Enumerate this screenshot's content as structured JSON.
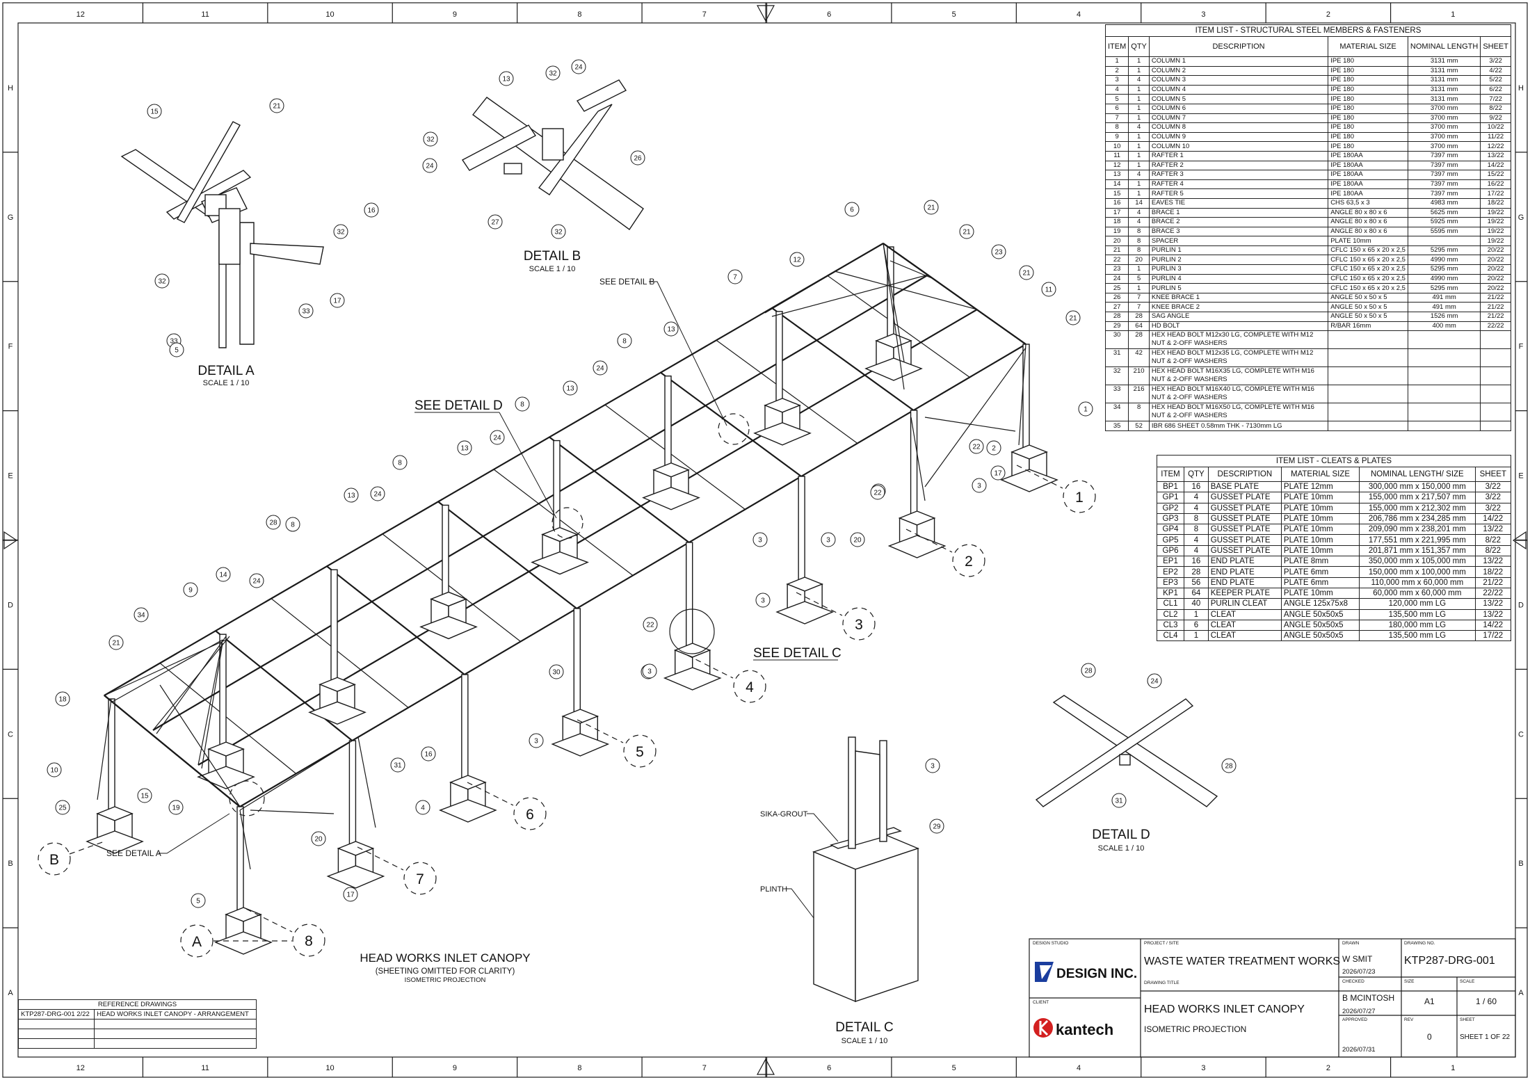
{
  "grid": {
    "cols": [
      "12",
      "11",
      "10",
      "9",
      "8",
      "7",
      "6",
      "5",
      "4",
      "3",
      "2",
      "1"
    ],
    "rows": [
      "H",
      "G",
      "F",
      "E",
      "D",
      "C",
      "B",
      "A"
    ]
  },
  "steel_list": {
    "title": "ITEM LIST - STRUCTURAL STEEL MEMBERS & FASTENERS",
    "headers": [
      "ITEM",
      "QTY",
      "DESCRIPTION",
      "MATERIAL SIZE",
      "NOMINAL LENGTH",
      "SHEET"
    ],
    "rows": [
      [
        "1",
        "1",
        "COLUMN 1",
        "IPE 180",
        "3131 mm",
        "3/22"
      ],
      [
        "2",
        "1",
        "COLUMN 2",
        "IPE 180",
        "3131 mm",
        "4/22"
      ],
      [
        "3",
        "4",
        "COLUMN 3",
        "IPE 180",
        "3131 mm",
        "5/22"
      ],
      [
        "4",
        "1",
        "COLUMN 4",
        "IPE 180",
        "3131 mm",
        "6/22"
      ],
      [
        "5",
        "1",
        "COLUMN 5",
        "IPE 180",
        "3131 mm",
        "7/22"
      ],
      [
        "6",
        "1",
        "COLUMN 6",
        "IPE 180",
        "3700 mm",
        "8/22"
      ],
      [
        "7",
        "1",
        "COLUMN 7",
        "IPE 180",
        "3700 mm",
        "9/22"
      ],
      [
        "8",
        "4",
        "COLUMN 8",
        "IPE 180",
        "3700 mm",
        "10/22"
      ],
      [
        "9",
        "1",
        "COLUMN 9",
        "IPE 180",
        "3700 mm",
        "11/22"
      ],
      [
        "10",
        "1",
        "COLUMN 10",
        "IPE 180",
        "3700 mm",
        "12/22"
      ],
      [
        "11",
        "1",
        "RAFTER 1",
        "IPE 180AA",
        "7397 mm",
        "13/22"
      ],
      [
        "12",
        "1",
        "RAFTER 2",
        "IPE 180AA",
        "7397 mm",
        "14/22"
      ],
      [
        "13",
        "4",
        "RAFTER 3",
        "IPE 180AA",
        "7397 mm",
        "15/22"
      ],
      [
        "14",
        "1",
        "RAFTER 4",
        "IPE 180AA",
        "7397 mm",
        "16/22"
      ],
      [
        "15",
        "1",
        "RAFTER 5",
        "IPE 180AA",
        "7397 mm",
        "17/22"
      ],
      [
        "16",
        "14",
        "EAVES TIE",
        "CHS 63,5 x 3",
        "4983 mm",
        "18/22"
      ],
      [
        "17",
        "4",
        "BRACE 1",
        "ANGLE 80 x 80 x 6",
        "5625 mm",
        "19/22"
      ],
      [
        "18",
        "4",
        "BRACE 2",
        "ANGLE 80 x 80 x 6",
        "5925 mm",
        "19/22"
      ],
      [
        "19",
        "8",
        "BRACE 3",
        "ANGLE 80 x 80 x 6",
        "5595 mm",
        "19/22"
      ],
      [
        "20",
        "8",
        "SPACER",
        "PLATE 10mm",
        "",
        "19/22"
      ],
      [
        "21",
        "8",
        "PURLIN 1",
        "CFLC 150 x 65 x 20 x 2,5",
        "5295 mm",
        "20/22"
      ],
      [
        "22",
        "20",
        "PURLIN 2",
        "CFLC 150 x 65 x 20 x 2,5",
        "4990 mm",
        "20/22"
      ],
      [
        "23",
        "1",
        "PURLIN 3",
        "CFLC 150 x 65 x 20 x 2,5",
        "5295 mm",
        "20/22"
      ],
      [
        "24",
        "5",
        "PURLIN 4",
        "CFLC 150 x 65 x 20 x 2,5",
        "4990 mm",
        "20/22"
      ],
      [
        "25",
        "1",
        "PURLIN 5",
        "CFLC 150 x 65 x 20 x 2,5",
        "5295 mm",
        "20/22"
      ],
      [
        "26",
        "7",
        "KNEE BRACE 1",
        "ANGLE 50 x 50 x 5",
        "491 mm",
        "21/22"
      ],
      [
        "27",
        "7",
        "KNEE BRACE 2",
        "ANGLE 50 x 50 x 5",
        "491 mm",
        "21/22"
      ],
      [
        "28",
        "28",
        "SAG ANGLE",
        "ANGLE 50 x 50 x 5",
        "1526 mm",
        "21/22"
      ],
      [
        "29",
        "64",
        "HD BOLT",
        "R/BAR 16mm",
        "400 mm",
        "22/22"
      ],
      [
        "30",
        "28",
        "HEX HEAD BOLT M12x30 LG, COMPLETE WITH M12 NUT & 2-OFF WASHERS",
        "",
        "",
        ""
      ],
      [
        "31",
        "42",
        "HEX HEAD BOLT M12x35 LG, COMPLETE WITH M12 NUT & 2-OFF WASHERS",
        "",
        "",
        ""
      ],
      [
        "32",
        "210",
        "HEX HEAD BOLT M16X35 LG, COMPLETE WITH M16 NUT & 2-OFF WASHERS",
        "",
        "",
        ""
      ],
      [
        "33",
        "216",
        "HEX HEAD BOLT M16X40 LG, COMPLETE WITH M16 NUT & 2-OFF WASHERS",
        "",
        "",
        ""
      ],
      [
        "34",
        "8",
        "HEX HEAD BOLT M16X50 LG, COMPLETE WITH M16 NUT & 2-OFF WASHERS",
        "",
        "",
        ""
      ],
      [
        "35",
        "52",
        "IBR 686 SHEET 0.58mm THK - 7130mm LG",
        "",
        "",
        ""
      ]
    ]
  },
  "cleat_list": {
    "title": "ITEM LIST - CLEATS & PLATES",
    "headers": [
      "ITEM",
      "QTY",
      "DESCRIPTION",
      "MATERIAL SIZE",
      "NOMINAL LENGTH/ SIZE",
      "SHEET"
    ],
    "rows": [
      [
        "BP1",
        "16",
        "BASE PLATE",
        "PLATE 12mm",
        "300,000 mm x 150,000 mm",
        "3/22"
      ],
      [
        "GP1",
        "4",
        "GUSSET PLATE",
        "PLATE 10mm",
        "155,000 mm x 217,507 mm",
        "3/22"
      ],
      [
        "GP2",
        "4",
        "GUSSET PLATE",
        "PLATE 10mm",
        "155,000 mm x 212,302 mm",
        "3/22"
      ],
      [
        "GP3",
        "8",
        "GUSSET PLATE",
        "PLATE 10mm",
        "206,786 mm x 234,285 mm",
        "14/22"
      ],
      [
        "GP4",
        "8",
        "GUSSET PLATE",
        "PLATE 10mm",
        "209,090 mm x 238,201 mm",
        "13/22"
      ],
      [
        "GP5",
        "4",
        "GUSSET PLATE",
        "PLATE 10mm",
        "177,551 mm x 221,995 mm",
        "8/22"
      ],
      [
        "GP6",
        "4",
        "GUSSET PLATE",
        "PLATE 10mm",
        "201,871 mm x 151,357 mm",
        "8/22"
      ],
      [
        "EP1",
        "16",
        "END PLATE",
        "PLATE 8mm",
        "350,000 mm x 105,000 mm",
        "13/22"
      ],
      [
        "EP2",
        "28",
        "END PLATE",
        "PLATE 6mm",
        "150,000 mm x 100,000 mm",
        "18/22"
      ],
      [
        "EP3",
        "56",
        "END PLATE",
        "PLATE 6mm",
        "110,000 mm x 60,000 mm",
        "21/22"
      ],
      [
        "KP1",
        "64",
        "KEEPER PLATE",
        "PLATE 10mm",
        "60,000 mm x 60,000 mm",
        "22/22"
      ],
      [
        "CL1",
        "40",
        "PURLIN CLEAT",
        "ANGLE 125x75x8",
        "120,000 mm LG",
        "13/22"
      ],
      [
        "CL2",
        "1",
        "CLEAT",
        "ANGLE 50x50x5",
        "135,500 mm LG",
        "13/22"
      ],
      [
        "CL3",
        "6",
        "CLEAT",
        "ANGLE 50x50x5",
        "180,000 mm LG",
        "14/22"
      ],
      [
        "CL4",
        "1",
        "CLEAT",
        "ANGLE 50x50x5",
        "135,500 mm LG",
        "17/22"
      ]
    ]
  },
  "reference": {
    "title": "REFERENCE DRAWINGS",
    "rows": [
      [
        "KTP287-DRG-001 2/22",
        "HEAD WORKS INLET CANOPY - ARRANGEMENT"
      ],
      [
        "",
        ""
      ],
      [
        "",
        ""
      ],
      [
        "",
        ""
      ]
    ]
  },
  "views": {
    "main_title": "HEAD WORKS INLET CANOPY",
    "main_sub1": "(SHEETING OMITTED FOR CLARITY)",
    "main_sub2": "ISOMETRIC PROJECTION",
    "detail_a": "DETAIL  A",
    "detail_b": "DETAIL  B",
    "detail_c": "DETAIL C",
    "detail_d": "DETAIL D",
    "scale": "SCALE 1 / 10",
    "see_b": "SEE DETAIL B",
    "see_d": "SEE DETAIL D",
    "see_c": "SEE DETAIL C",
    "see_a": "SEE DETAIL A",
    "sika": "SIKA-GROUT",
    "plinth": "PLINTH",
    "grid_numbers": [
      "1",
      "2",
      "3",
      "4",
      "5",
      "6",
      "7",
      "8"
    ],
    "grid_letters": [
      "A",
      "B"
    ]
  },
  "balloons": {
    "detail_a": [
      "15",
      "21",
      "16",
      "32",
      "17",
      "33",
      "32",
      "33",
      "5"
    ],
    "detail_b": [
      "13",
      "32",
      "24",
      "32",
      "24",
      "26",
      "27",
      "32"
    ],
    "detail_d": [
      "28",
      "24",
      "28",
      "31"
    ],
    "detail_c": [
      "3",
      "29"
    ],
    "main": [
      "6",
      "21",
      "21",
      "23",
      "21",
      "11",
      "21",
      "1",
      "12",
      "7",
      "13",
      "8",
      "24",
      "13",
      "8",
      "24",
      "13",
      "8",
      "24",
      "13",
      "28",
      "8",
      "24",
      "14",
      "9",
      "34",
      "21",
      "18",
      "10",
      "25",
      "15",
      "19",
      "5",
      "20",
      "17",
      "4",
      "16",
      "31",
      "22",
      "30",
      "3",
      "22",
      "3",
      "3",
      "22",
      "3",
      "22",
      "2",
      "17",
      "20",
      "17",
      "3",
      "3"
    ]
  },
  "title_block": {
    "design_studio_label": "DESIGN STUDIO",
    "design_studio": "DESIGN INC.",
    "client_label": "CLIENT",
    "client": "kantech",
    "project_label": "PROJECT / SITE",
    "project": "WASTE WATER TREATMENT WORKS",
    "drawing_title_label": "DRAWING TITLE",
    "drawing_title": "HEAD WORKS INLET CANOPY",
    "drawing_subtitle": "ISOMETRIC PROJECTION",
    "drawn_label": "DRAWN",
    "drawn": "W SMIT",
    "drawn_date": "2026/07/23",
    "checked_label": "CHECKED",
    "checked": "B MCINTOSH",
    "checked_date": "2026/07/27",
    "approved_label": "APPROVED",
    "approved_date": "2026/07/31",
    "drawing_no_label": "DRAWING NO.",
    "drawing_no": "KTP287-DRG-001",
    "size_label": "SIZE",
    "size": "A1",
    "scale_label": "SCALE",
    "scale": "1 / 60",
    "rev_label": "REV",
    "rev": "0",
    "sheet_label": "SHEET",
    "sheet": "SHEET 1  OF 22"
  },
  "colors": {
    "line": "#1a1a1a",
    "brand_blue": "#1a3d9e",
    "brand_red": "#d32020"
  }
}
